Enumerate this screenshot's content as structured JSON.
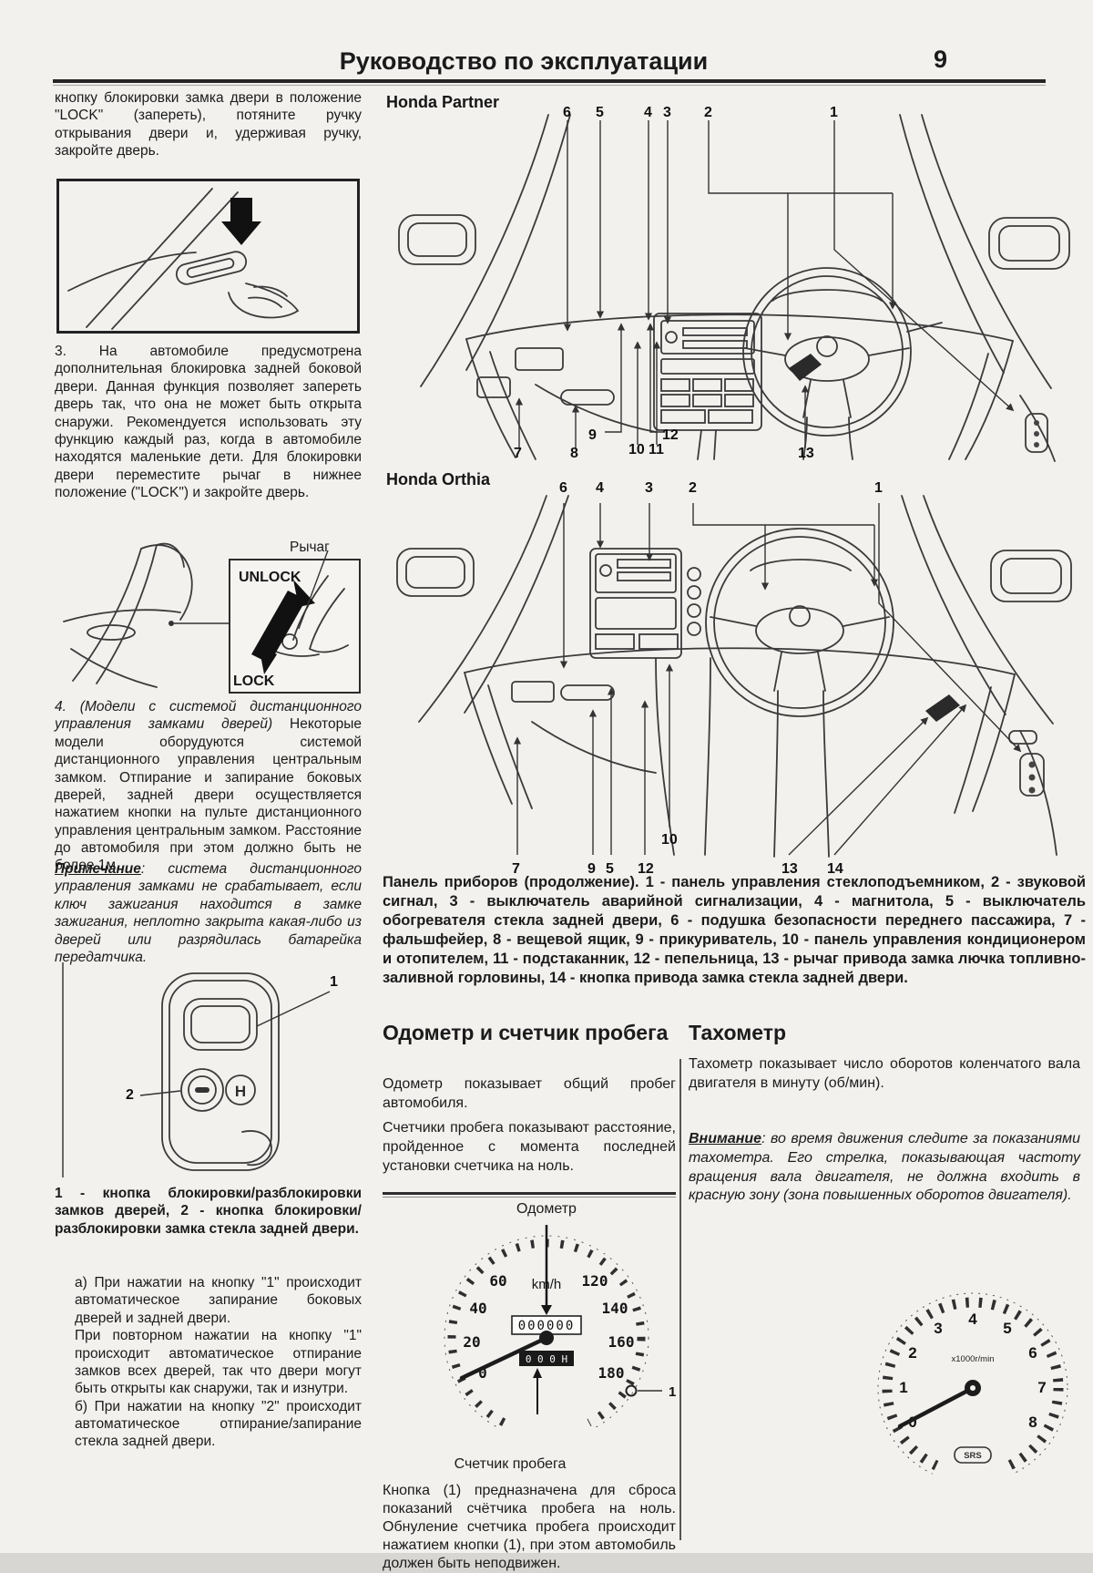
{
  "colors": {
    "ink": "#1b1b1b",
    "paper": "#f2f1ee"
  },
  "header": {
    "title": "Руководство по эксплуатации",
    "page_number": "9"
  },
  "left_column": {
    "intro": "кнопку блокировки замка двери в положение \"LOCK\" (запереть), потяните ручку открывания двери и, удерживая ручку, закройте дверь.",
    "para3": "3. На автомобиле предусмотрена дополнительная блокировка задней боковой двери. Данная функция позволяет запереть дверь так, что она не может быть открыта снаружи. Рекомендуется использовать эту функцию каждый раз, когда в автомобиле находятся маленькие дети. Для блокировки двери переместите рычаг в нижнее положение (\"LOCK\") и закройте дверь.",
    "lever_label": "Рычаг",
    "unlock_label": "UNLOCK",
    "lock_label": "LOCK",
    "para4_lead": "4. (Модели с системой дистанционного управления замками дверей)",
    "para4_rest": " Некоторые модели оборудуются системой дистанционного управления центральным замком. Отпирание и запирание боковых дверей, задней двери осуществляется нажатием кнопки на пульте дистанционного управления центральным замком. Расстояние до автомобиля при этом должно быть не более 1м.",
    "note_label": "Примечание",
    "note_text": ": система дистанционного управления замками не срабатывает, если ключ зажигания находится в замке зажигания, неплотно закрыта какая-либо из дверей или разрядилась батарейка передатчика.",
    "remote": {
      "callout_1": "1",
      "callout_2": "2"
    },
    "remote_caption": "1 - кнопка блокировки/разблокировки замков дверей, 2 - кнопка блокировки/разблокировки замка стекла задней двери.",
    "item_a1": "а) При нажатии на кнопку \"1\" происходит автоматическое запирание боковых дверей и задней двери.",
    "item_a2": "При повторном нажатии на кнопку \"1\" происходит автоматическое отпирание замков всех дверей, так что двери могут быть открыты как снаружи, так и изнутри.",
    "item_b": "б) При нажатии на кнопку \"2\" происходит автоматическое отпирание/запирание стекла задней двери."
  },
  "partner": {
    "label": "Honda Partner",
    "callouts_top": [
      "6",
      "5",
      "4",
      "3",
      "2",
      "1"
    ],
    "callouts_bottom": [
      "9",
      "12",
      "10",
      "11",
      "7",
      "8",
      "13"
    ]
  },
  "orthia": {
    "label": "Honda Orthia",
    "callouts_top": [
      "6",
      "4",
      "3",
      "2",
      "1"
    ],
    "callout_10": "10",
    "callouts_bottom": [
      "7",
      "9",
      "5",
      "12",
      "13",
      "14"
    ]
  },
  "panel_caption": "Панель приборов (продолжение). 1 - панель управления стеклоподъемником, 2 - звуковой сигнал, 3 - выключатель аварийной сигнализации, 4 - магнитола, 5 - выключатель обогревателя стекла задней двери, 6 - подушка безопасности переднего пассажира, 7 - фальшфейер, 8 - вещевой ящик, 9 - прикуриватель, 10 - панель управления кондиционером и отопителем, 11 - подстаканник, 12 - пепельница, 13 - рычаг привода замка лючка топливно-заливной горловины, 14 - кнопка привода замка стекла задней двери.",
  "odometer_section": {
    "heading": "Одометр и счетчик пробега",
    "para1": "Одометр показывает общий пробег автомобиля.",
    "para2": "Счетчики пробега показывают расстояние, пройденное с момента последней установки счетчика на ноль.",
    "speedometer": {
      "pointer_label": "Одометр",
      "units": "km/h",
      "odo_value": "000000",
      "trip_value": "0 0 0 H",
      "trip_label": "Счетчик пробега",
      "reset_callout": "1",
      "dial": {
        "n0": "0",
        "n20": "20",
        "n40": "40",
        "n60": "60",
        "n120": "120",
        "n140": "140",
        "n160": "160",
        "n180": "180"
      }
    },
    "footer": "Кнопка (1) предназначена для сброса показаний счётчика пробега на ноль. Обнуление счетчика пробега происходит нажатием кнопки (1), при этом автомобиль должен быть неподвижен."
  },
  "tachometer_section": {
    "heading": "Тахометр",
    "para1": "Тахометр показывает число оборотов коленчатого вала двигателя в минуту (об/мин).",
    "warn_label": "Внимание",
    "warn_text": ": во время движения следите за показаниями тахометра. Его стрелка, показывающая частоту вращения вала двигателя, не должна входить в красную зону (зона повышенных оборотов двигателя).",
    "tachometer": {
      "units": "x1000r/min",
      "badge": "SRS",
      "dial": {
        "t0": "0",
        "t1": "1",
        "t2": "2",
        "t3": "3",
        "t4": "4",
        "t5": "5",
        "t6": "6",
        "t7": "7",
        "t8": "8"
      }
    }
  }
}
